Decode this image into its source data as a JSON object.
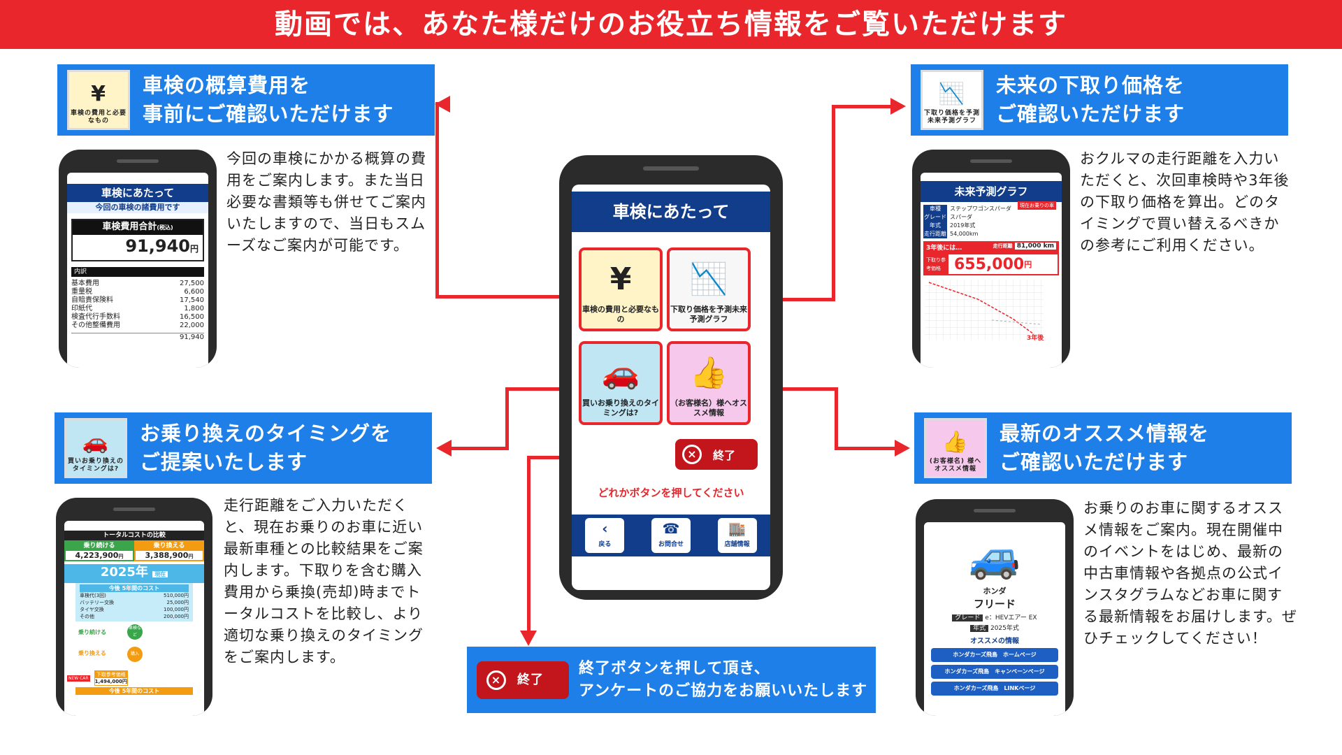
{
  "banner": "動画では、あなた様だけのお役立ち情報をご覧いただけます",
  "sections": {
    "cost": {
      "title_line1": "車検の概算費用を",
      "title_line2": "事前にご確認いただけます",
      "icon_label": "車検の費用と必要なもの",
      "desc": "今回の車検にかかる概算の費用をご案内します。また当日必要な書類等も併せてご案内いたしますので、当日もスムーズなご案内が可能です。"
    },
    "tradein": {
      "title_line1": "未来の下取り価格を",
      "title_line2": "ご確認いただけます",
      "icon_label": "下取り価格を予測未来予測グラフ",
      "desc": "おクルマの走行距離を入力いただくと、次回車検時や3年後の下取り価格を算出。どのタイミングで買い替えるべきかの参考にご利用ください。"
    },
    "timing": {
      "title_line1": "お乗り換えのタイミングを",
      "title_line2": "ご提案いたします",
      "icon_label": "買いお乗り換えのタイミングは?",
      "desc": "走行距離をご入力いただくと、現在お乗りのお車に近い最新車種との比較結果をご案内します。下取りを含む購入費用から乗換(売却)時までトータルコストを比較し、より適切な乗り換えのタイミングをご案内します。"
    },
    "recommend": {
      "title_line1": "最新のオススメ情報を",
      "title_line2": "ご確認いただけます",
      "icon_label": "(お客様名) 様へオススメ情報",
      "desc": "お乗りのお車に関するオススメ情報をご案内。現在開催中のイベントをはじめ、最新の中古車情報や各拠点の公式インスタグラムなどお車に関する最新情報をお届けします。ぜひチェックしてください！"
    },
    "end": {
      "button": "終了",
      "text_line1": "終了ボタンを押して頂き、",
      "text_line2": "アンケートのご協力をお願いいたします"
    }
  },
  "phone_cost": {
    "header": "車検にあたって",
    "sub": "今回の車検の諸費用です",
    "total_label": "車検費用合計",
    "total_note": "(税込)",
    "total_value": "91,940",
    "unit": "円",
    "breakdown": "内訳",
    "items": [
      {
        "name": "基本費用",
        "value": "27,500"
      },
      {
        "name": "重量税",
        "value": "6,600"
      },
      {
        "name": "自賠責保険料",
        "value": "17,540"
      },
      {
        "name": "印紙代",
        "value": "1,800"
      },
      {
        "name": "検査代行手数料",
        "value": "16,500"
      },
      {
        "name": "その他整備費用",
        "value": "22,000"
      }
    ],
    "sum": "91,940"
  },
  "phone_graph": {
    "header": "未来予測グラフ",
    "rows": [
      {
        "k": "車種",
        "v": "ステップワゴンスパーダ"
      },
      {
        "k": "グレード",
        "v": "スパーダ"
      },
      {
        "k": "年式",
        "v": "2019年式"
      },
      {
        "k": "走行距離",
        "v": "54,000km"
      }
    ],
    "badge": "現在お乗りの車",
    "after": "3年後には…",
    "mileage_label": "走行距離",
    "mileage": "81,000 km",
    "price_label": "下取り参考価格",
    "price": "655,000",
    "unit": "円",
    "marker": "3年後"
  },
  "phone_main": {
    "header": "車検にあたって",
    "tiles": [
      {
        "label": "車検の費用と必要なもの",
        "icon": "¥"
      },
      {
        "label": "下取り価格を予測未来予測グラフ",
        "icon": "📉"
      },
      {
        "label": "買いお乗り換えのタイミングは?",
        "icon": "🚗"
      },
      {
        "label": "（お客様名）様へオススメ情報",
        "icon": "👍"
      }
    ],
    "end": "終了",
    "prompt": "どれかボタンを押してください",
    "nav": [
      {
        "label": "戻る",
        "icon": "‹"
      },
      {
        "label": "お問合せ",
        "icon": "☎"
      },
      {
        "label": "店舗情報",
        "icon": "🏬"
      }
    ]
  },
  "phone_compare": {
    "header": "トータルコストの比較",
    "col1": "乗り続ける",
    "col2": "乗り換える",
    "val1": "4,223,900",
    "val2": "3,388,900",
    "unit": "円",
    "year": "2025年",
    "now": "現在",
    "cost_title": "今後 5年間のコスト",
    "costs": [
      {
        "k": "車検代(3回)",
        "v": "510,000円"
      },
      {
        "k": "バッテリー交換",
        "v": "25,000円"
      },
      {
        "k": "タイヤ交換",
        "v": "100,000円"
      },
      {
        "k": "その他",
        "v": "200,000円"
      }
    ],
    "keep": "乗り続ける",
    "switch": "乗り換える",
    "tag1": "車検など",
    "tag2": "購入",
    "new_car": "NEW CAR",
    "trade_label": "下取参考価格",
    "trade_value": "1,494,000円",
    "cost_title2": "今後 5年間のコスト"
  },
  "phone_recommend": {
    "maker": "ホンダ",
    "model": "フリード",
    "grade_label": "グレード",
    "grade": "e：HEVエアー EX",
    "year_label": "年式",
    "year": "2025年式",
    "info_title": "オススメの情報",
    "links": [
      "ホンダカーズ飛島　ホームページ",
      "ホンダカーズ飛島　キャンペーンページ",
      "ホンダカーズ飛島　LINKページ"
    ]
  }
}
